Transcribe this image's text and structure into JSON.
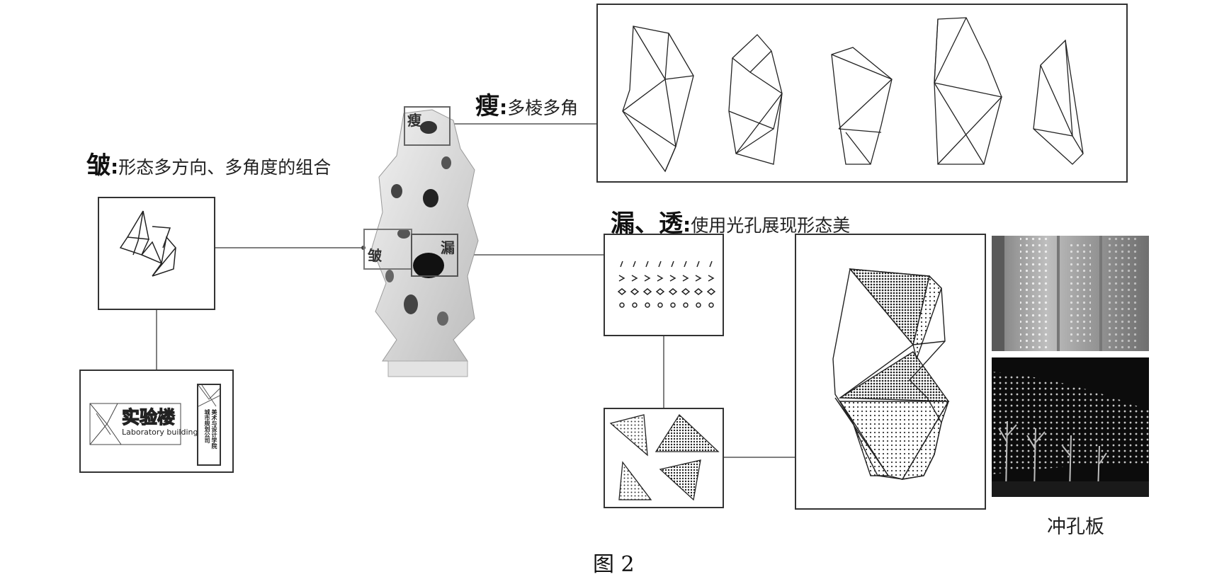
{
  "headings": {
    "zhou": {
      "char": "皱",
      "colon": ":",
      "desc": "形态多方向、多角度的组合"
    },
    "shou": {
      "char": "瘦",
      "colon": ":",
      "desc": "多棱多角"
    },
    "lou_tou": {
      "char": "漏、透",
      "colon": ":",
      "desc": "使用光孔展现形态美"
    }
  },
  "stone_labels": {
    "shou": "瘦",
    "zhou": "皱",
    "lou": "漏"
  },
  "sign_small": {
    "cn": "实验楼",
    "en": "Laboratory building"
  },
  "sign_vertical": {
    "line1": "城市规划公司",
    "line2": "美术与设计学院"
  },
  "photo_caption": "冲孔板",
  "figure_caption": "图 2"
}
